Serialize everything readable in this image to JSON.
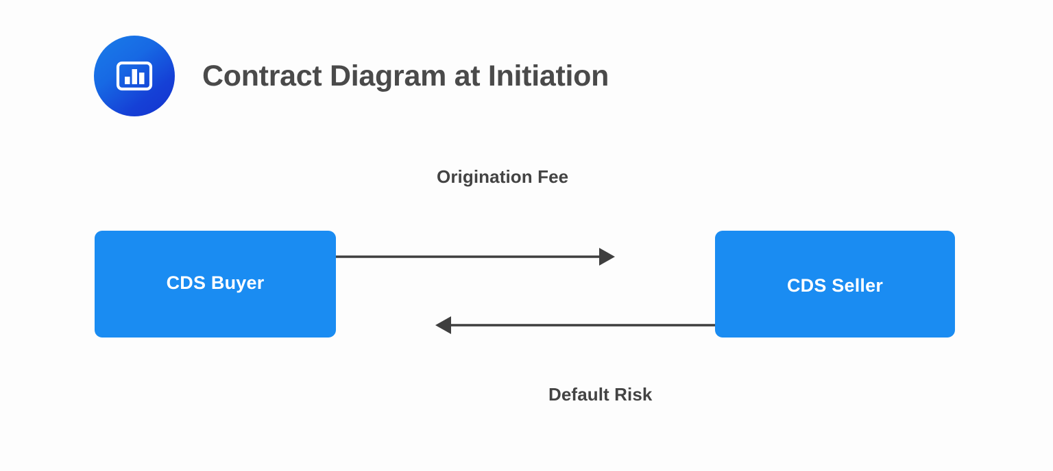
{
  "header": {
    "title": "Contract Diagram at Initiation",
    "logo_icon": "bar-chart-icon",
    "logo_gradient_from": "#1a7de9",
    "logo_gradient_to": "#1433cf",
    "title_color": "#4a4a4a"
  },
  "diagram": {
    "background": "#fdfdfd",
    "box_color": "#1a8cf2",
    "box_text_color": "#ffffff",
    "arrow_color": "#3f3f3f",
    "label_color": "#434343",
    "nodes": [
      {
        "id": "buyer",
        "label": "CDS Buyer"
      },
      {
        "id": "seller",
        "label": "CDS Seller"
      }
    ],
    "edges": [
      {
        "id": "origination-fee",
        "label": "Origination Fee",
        "from": "buyer",
        "to": "seller",
        "direction": "right"
      },
      {
        "id": "default-risk",
        "label": "Default Risk",
        "from": "seller",
        "to": "buyer",
        "direction": "left"
      }
    ]
  }
}
